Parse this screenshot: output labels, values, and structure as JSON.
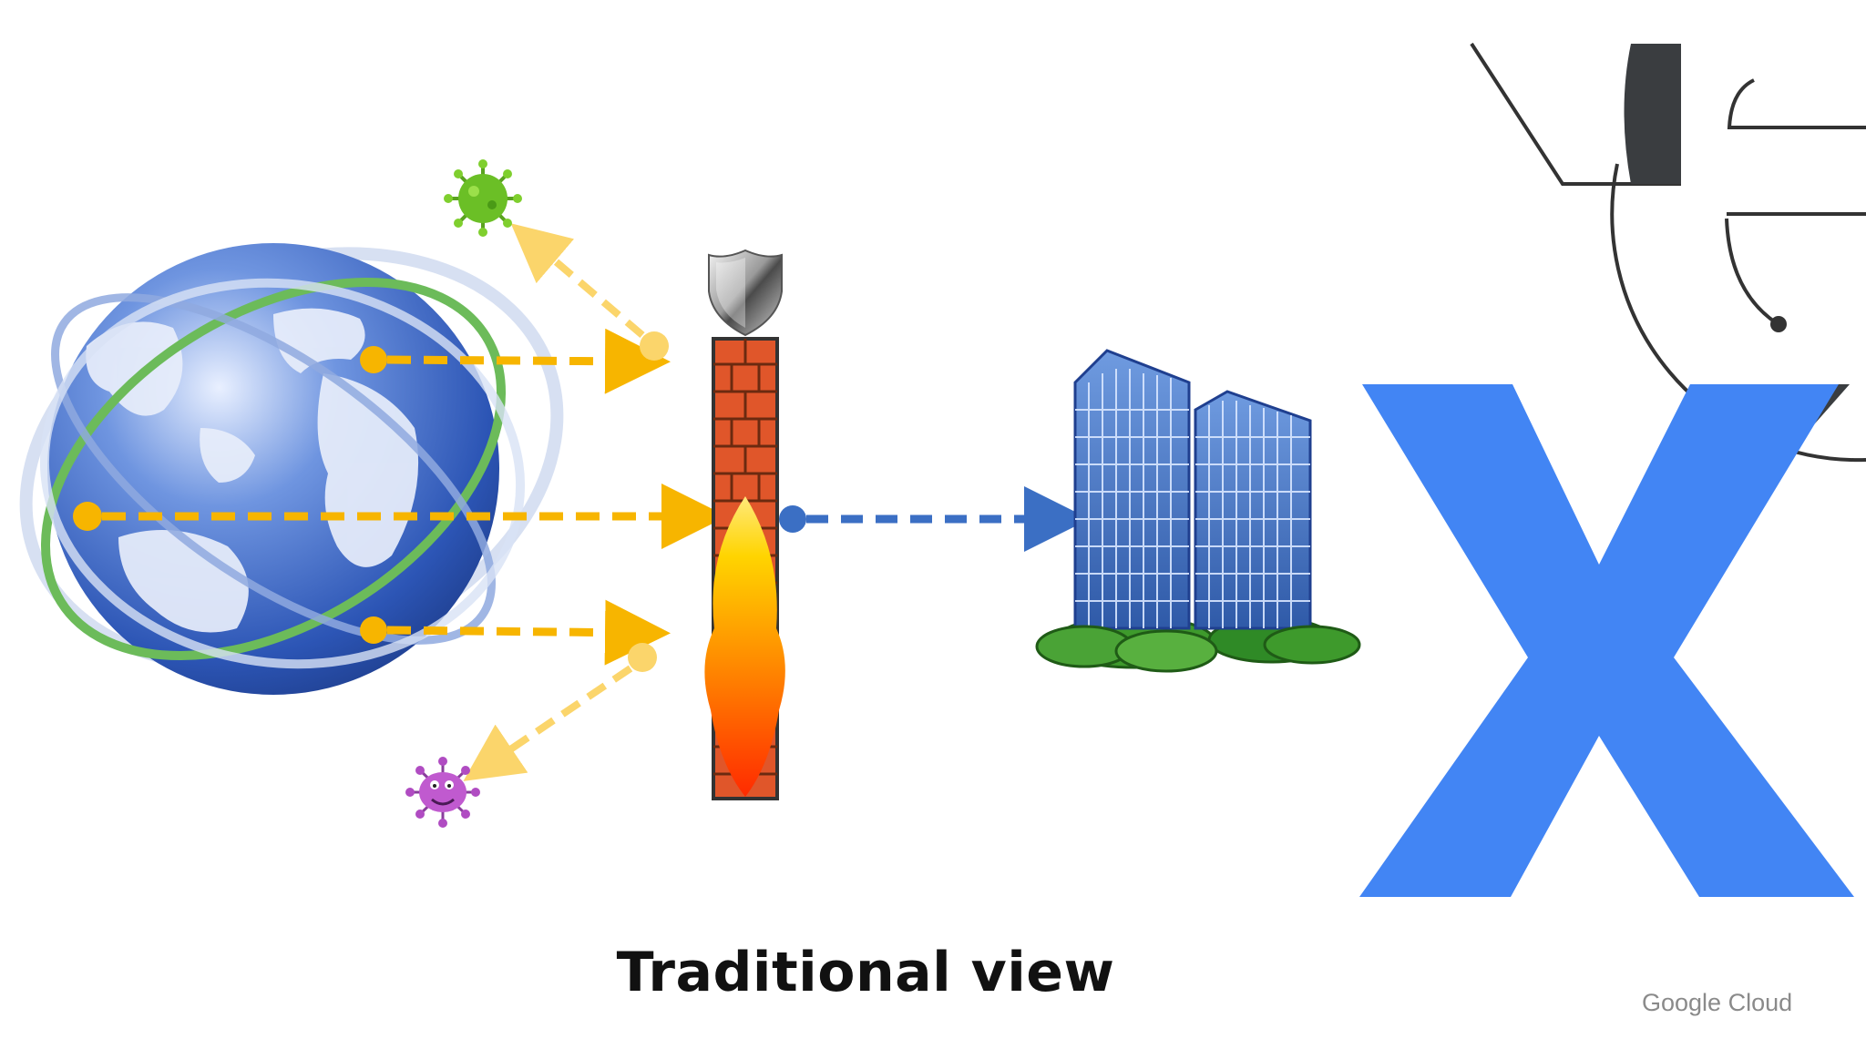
{
  "caption": "Traditional view",
  "brand": "Google Cloud",
  "colors": {
    "inbound_arrow": "#f7b500",
    "internal_arrow": "#3b6fc4",
    "blue_x": "#4285f4",
    "globe": "#2f5bbf",
    "firewall_brick": "#e0562a",
    "background": "#ffffff"
  },
  "diagram": {
    "nodes": [
      {
        "id": "internet",
        "icon": "globe-icon"
      },
      {
        "id": "virus-green",
        "icon": "virus-icon"
      },
      {
        "id": "malware-purple",
        "icon": "bug-icon"
      },
      {
        "id": "firewall",
        "icon": "brick-firewall-icon"
      },
      {
        "id": "shield",
        "icon": "shield-icon"
      },
      {
        "id": "corporate-network",
        "icon": "office-buildings-icon"
      }
    ],
    "edges": [
      {
        "from": "internet",
        "to": "firewall",
        "style": "dashed"
      },
      {
        "from": "internet",
        "to": "firewall",
        "style": "dashed"
      },
      {
        "from": "internet",
        "to": "firewall",
        "style": "dashed"
      },
      {
        "from": "firewall",
        "to": "virus-green",
        "style": "dashed"
      },
      {
        "from": "firewall",
        "to": "malware-purple",
        "style": "dashed"
      },
      {
        "from": "firewall",
        "to": "corporate-network",
        "style": "dashed"
      }
    ],
    "overlay": "x-mark-icon"
  }
}
